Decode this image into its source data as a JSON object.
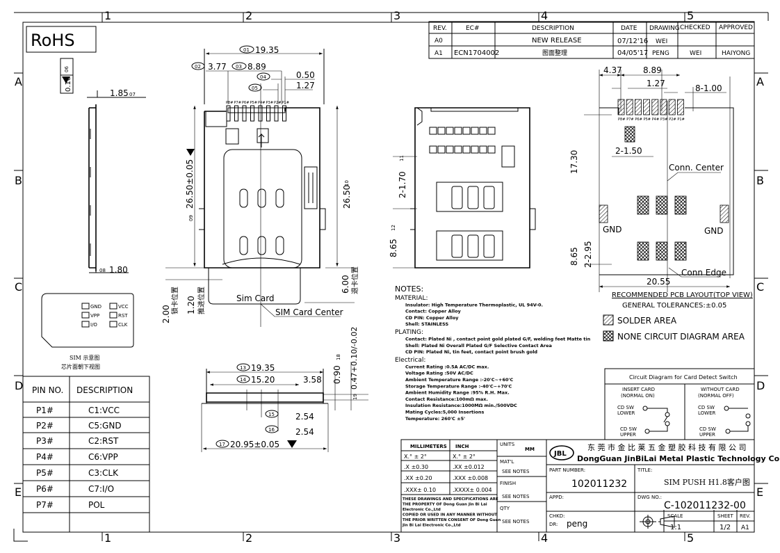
{
  "frame": {
    "zones_top": [
      "1",
      "2",
      "3",
      "4",
      "5"
    ],
    "zones_side": [
      "A",
      "B",
      "C",
      "D",
      "E"
    ],
    "rohs": "RoHS"
  },
  "revision_table": {
    "headers": [
      "REV.",
      "EC#",
      "DESCRIPTION",
      "DATE",
      "DRAWING",
      "CHECKED",
      "APPROVED"
    ],
    "rows": [
      [
        "A0",
        "",
        "NEW RELEASE",
        "07/12'16",
        "WEI",
        "",
        ""
      ],
      [
        "A1",
        "ECN1704002",
        "图面整理",
        "04/05'17",
        "PENG",
        "WEI",
        "HAIYONG"
      ]
    ]
  },
  "side_view": {
    "flatness_callout": "0.10",
    "flatness_id": "06",
    "dim_thickness": "1.85",
    "dim_thickness_id": "07",
    "dim_bottom": "1.80",
    "dim_bottom_id": "08"
  },
  "sim_diagram": {
    "pads_left": [
      "GND",
      "VPP",
      "I/O"
    ],
    "pads_right": [
      "VCC",
      "RST",
      "CLK"
    ],
    "caption_1": "SIM 示意图",
    "caption_2": "芯片面朝下视图"
  },
  "pin_table": {
    "headers": [
      "PIN NO.",
      "DESCRIPTION"
    ],
    "rows": [
      [
        "P1#",
        "C1:VCC"
      ],
      [
        "P2#",
        "C5:GND"
      ],
      [
        "P3#",
        "C2:RST"
      ],
      [
        "P4#",
        "C6:VPP"
      ],
      [
        "P5#",
        "C3:CLK"
      ],
      [
        "P6#",
        "C7:I/O"
      ],
      [
        "P7#",
        "POL"
      ]
    ]
  },
  "top_view": {
    "dim_width": "19.35",
    "dim_width_id": "01",
    "dim_offset": "3.77",
    "dim_offset_id": "02",
    "dim_span": "8.89",
    "dim_span_id": "03",
    "dim_pin_w": "0.50",
    "dim_pin_w_id": "04",
    "dim_pitch": "1.27",
    "dim_pitch_id": "05",
    "pin_labels": [
      "P8#",
      "P7#",
      "P6#",
      "P5#",
      "P4#",
      "P3#",
      "P2#",
      "P1#"
    ],
    "dim_height": "26.50±0.05",
    "dim_height_id": "09",
    "dim_height_r": "26.50",
    "dim_height_r_id": "10",
    "lock_pos_value": "2.00",
    "lock_pos_label": "锁卡位置",
    "push_pos_value": "1.20",
    "push_pos_label": "推进位置",
    "eject_pos_value": "6.00",
    "eject_pos_label": "退卡位置",
    "sim_card": "Sim Card",
    "sim_card_center": "SIM Card Center"
  },
  "iso_view": {
    "dim_a": "2-1.70",
    "dim_a_id": "11",
    "dim_b": "8.65",
    "dim_b_id": "12"
  },
  "front_view": {
    "dim_total": "19.35",
    "dim_total_id": "13",
    "dim_inner": "15.20",
    "dim_inner_id": "14",
    "dim_edge": "3.58",
    "dim_p1": "2.54",
    "dim_p1_id": "15",
    "dim_p2": "2.54",
    "dim_p2_id": "16",
    "dim_overall": "20.95±0.05",
    "dim_overall_id": "17",
    "dim_h1": "0.90",
    "dim_h1_id": "18",
    "dim_h2": "0.47+0.10/-0.02",
    "dim_h2_id": "19"
  },
  "notes": {
    "title": "NOTES:",
    "sections": [
      {
        "heading": "MATERIAL:",
        "lines": [
          "Insulator: High Temperature Thermoplastic, UL 94V-0.",
          "Contact: Copper Alloy",
          "CD PIN: Copper Alloy",
          "Shell: STAINLESS"
        ]
      },
      {
        "heading": "PLATING:",
        "lines": [
          "Contact: Plated Ni , contact point gold plated G/F, welding feet  Matte tin",
          "Shell: Plated Ni Overall Plated G/F Selective Contact Area",
          "CD PIN: Plated Ni, tin feet, contact point brush gold"
        ]
      },
      {
        "heading": "Electrical:",
        "lines": [
          "Current Rating :0.5A AC/DC max.",
          "Voltage Rating :50V AC/DC",
          "Ambient Temperature Range :-20'C~+60'C",
          "Storage Temperature Range :-40'C~+70'C",
          "Ambient Humidity Range :95% R.H. Max.",
          "Contact Resistance:100mΩ max.",
          "Insulation Resistance:1000MΩ min./500VDC",
          "Mating Cycles:5,000 Insertions",
          "Temperature: 260'C ±5'"
        ]
      }
    ]
  },
  "pcb_layout": {
    "dim_a": "4.37",
    "dim_b": "8.89",
    "dim_pitch": "1.27",
    "dim_pads": "8-1.00",
    "dim_h": "17.30",
    "dim_gnd": "2-1.50",
    "conn_center": "Conn. Center",
    "gnd_left": "GND",
    "gnd_right": "GND",
    "dim_c": "8.65",
    "dim_d": "2-2.95",
    "conn_edge": "Conn Edge",
    "dim_width": "20.55",
    "caption": "RECOMMENDED PCB LAYOUT(TOP VIEW)",
    "tolerance": "GENERAL TOLERANCES:±0.05",
    "pin_labels": [
      "P8#",
      "P7#",
      "P6#",
      "P5#",
      "P4#",
      "P3#",
      "P2#",
      "P1#"
    ]
  },
  "legend": {
    "solder": "SOLDER AREA",
    "none_circuit": "NONE CIRCUIT DIAGRAM AREA"
  },
  "circuit": {
    "title": "Circuit Diagram for Card Detect Switch",
    "insert_1": "INSERT CARD",
    "insert_2": "(NORMAL ON)",
    "without_1": "WITHOUT CARD",
    "without_2": "(NORMAL OFF)",
    "cd_sw": "CD SW",
    "lower": "LOWER",
    "upper": "UPPER"
  },
  "title_block": {
    "tol_headers": [
      "MILLIMETERS",
      "INCH"
    ],
    "tol_rows": [
      [
        "X.° ± 2°",
        "X.° ± 2°"
      ],
      [
        ".X  ±0.30",
        ".XX  ±0.012"
      ],
      [
        ".XX ±0.20",
        ".XXX ±0.008"
      ],
      [
        ".XXX± 0.10",
        ".XXXX± 0.004"
      ]
    ],
    "proprietary": [
      "THESE DRAWINGS AND SPECIFICATIONS ARE",
      "THE PROPERTY OF Dong Guan Jin Bi Lai",
      "  Electronic Co.,Ltd",
      "COPIED OR USED IN ANY MANNER WITHOUT",
      "THE PRIOR WRITTEN CONSENT OF Dong Guan",
      "Jin Bi Lai  Electronic Co.,Ltd"
    ],
    "units_label": "UNITS",
    "units_value": "MM",
    "matl_label": "MAT'L",
    "matl_value": "SEE NOTES",
    "finish_label": "FINISH",
    "finish_value": "SEE NOTES",
    "qty_label": "QTY",
    "qty_value": "SEE NOTES",
    "company_cn": "东 莞 市 金 比 莱 五 金 塑 胶 科 技 有 限 公 司",
    "company_en": "DongGuan JinBiLai Metal Plastic Technology Co.,Ltd",
    "logo_text": "JBL",
    "part_number_label": "PART NUMBER:",
    "part_number": "102011232",
    "title_label": "TITLE:",
    "title": "SIM PUSH H1.8客户图",
    "appd_label": "APPD:",
    "dwg_no_label": "DWG NO.:",
    "dwg_no": "C-102011232-00",
    "chkd_label": "CHKD:",
    "dr_label": "DR:",
    "dr_value": "peng",
    "scale_label": "SCALE",
    "scale": "1:1",
    "sheet_label": "SHEET",
    "sheet": "1/2",
    "rev_label": "REV.",
    "rev": "A1"
  }
}
